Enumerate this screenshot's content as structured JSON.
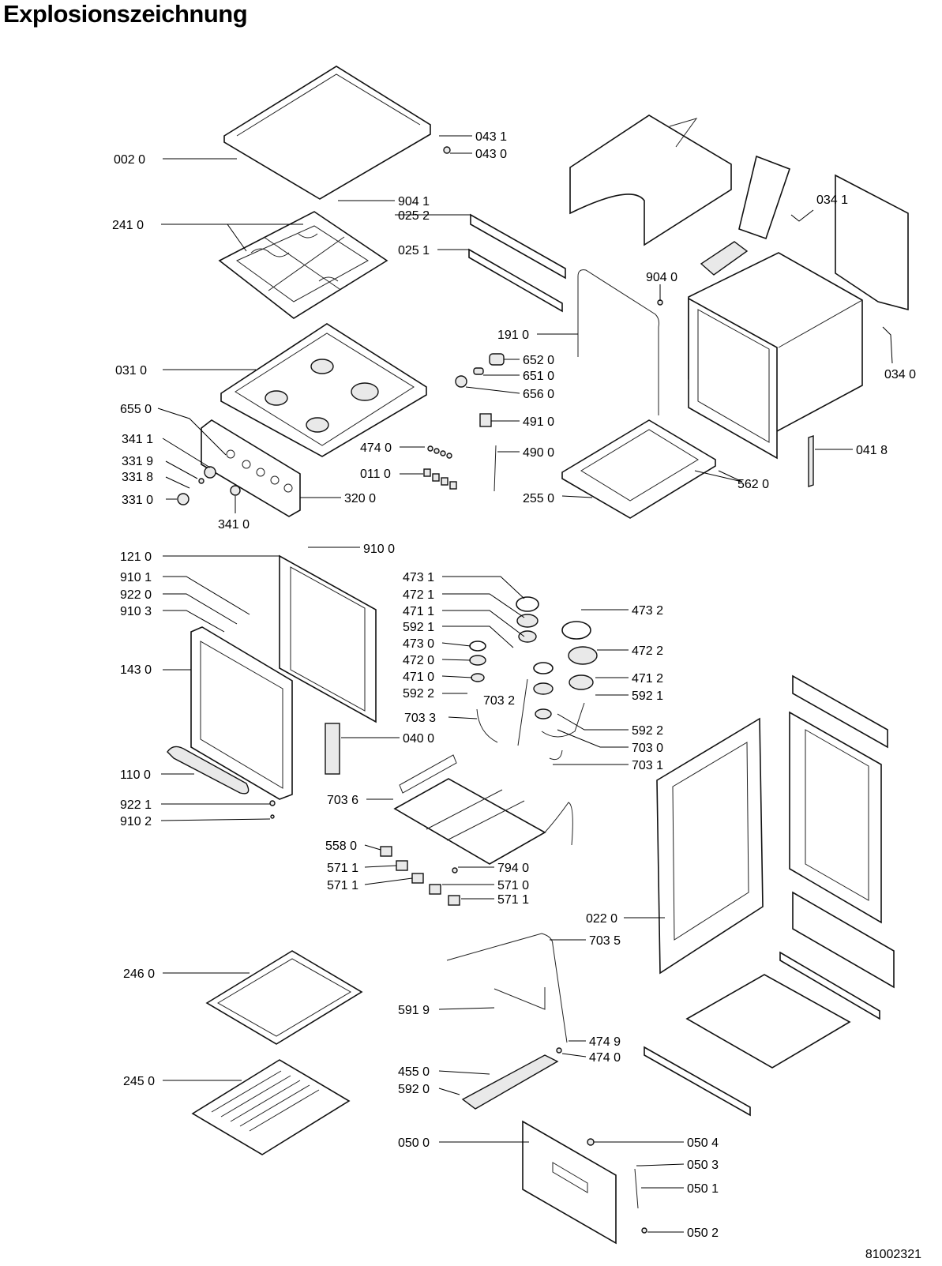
{
  "title": "Explosionszeichnung",
  "document_number": "81002321",
  "labels": [
    {
      "id": "l0020",
      "text": "002 0"
    },
    {
      "id": "l0431",
      "text": "043 1"
    },
    {
      "id": "l0430",
      "text": "043 0"
    },
    {
      "id": "l9041",
      "text": "904 1"
    },
    {
      "id": "l2410",
      "text": "241 0"
    },
    {
      "id": "l0252",
      "text": "025 2"
    },
    {
      "id": "l0251",
      "text": "025 1"
    },
    {
      "id": "l0341",
      "text": "034 1"
    },
    {
      "id": "l9040",
      "text": "904 0"
    },
    {
      "id": "l1910",
      "text": "191 0"
    },
    {
      "id": "l0310",
      "text": "031 0"
    },
    {
      "id": "l6520",
      "text": "652 0"
    },
    {
      "id": "l6510",
      "text": "651 0"
    },
    {
      "id": "l6560",
      "text": "656 0"
    },
    {
      "id": "l0340",
      "text": "034 0"
    },
    {
      "id": "l6550",
      "text": "655 0"
    },
    {
      "id": "l4910",
      "text": "491 0"
    },
    {
      "id": "l3411",
      "text": "341 1"
    },
    {
      "id": "l4740a",
      "text": "474 0"
    },
    {
      "id": "l4900",
      "text": "490 0"
    },
    {
      "id": "l3319",
      "text": "331 9"
    },
    {
      "id": "l3318",
      "text": "331 8"
    },
    {
      "id": "l0110",
      "text": "011 0"
    },
    {
      "id": "l0418",
      "text": "041 8"
    },
    {
      "id": "l3310",
      "text": "331 0"
    },
    {
      "id": "l3200",
      "text": "320 0"
    },
    {
      "id": "l2550",
      "text": "255 0"
    },
    {
      "id": "l5620",
      "text": "562 0"
    },
    {
      "id": "l3410",
      "text": "341 0"
    },
    {
      "id": "l1210",
      "text": "121 0"
    },
    {
      "id": "l9100",
      "text": "910 0"
    },
    {
      "id": "l9101",
      "text": "910 1"
    },
    {
      "id": "l4731",
      "text": "473 1"
    },
    {
      "id": "l9220",
      "text": "922 0"
    },
    {
      "id": "l4721",
      "text": "472 1"
    },
    {
      "id": "l9103",
      "text": "910 3"
    },
    {
      "id": "l4711",
      "text": "471 1"
    },
    {
      "id": "l4732",
      "text": "473 2"
    },
    {
      "id": "l5921",
      "text": "592 1"
    },
    {
      "id": "l4730",
      "text": "473 0"
    },
    {
      "id": "l4722",
      "text": "472 2"
    },
    {
      "id": "l4720",
      "text": "472 0"
    },
    {
      "id": "l1430",
      "text": "143 0"
    },
    {
      "id": "l4710",
      "text": "471 0"
    },
    {
      "id": "l4712",
      "text": "471 2"
    },
    {
      "id": "l5922",
      "text": "592 2"
    },
    {
      "id": "l7032",
      "text": "703 2"
    },
    {
      "id": "l5921b",
      "text": "592 1"
    },
    {
      "id": "l7033",
      "text": "703 3"
    },
    {
      "id": "l5922b",
      "text": "592 2"
    },
    {
      "id": "l0400",
      "text": "040 0"
    },
    {
      "id": "l7030",
      "text": "703 0"
    },
    {
      "id": "l7031",
      "text": "703 1"
    },
    {
      "id": "l1100",
      "text": "110 0"
    },
    {
      "id": "l9221",
      "text": "922 1"
    },
    {
      "id": "l7036",
      "text": "703 6"
    },
    {
      "id": "l9102",
      "text": "910 2"
    },
    {
      "id": "l5580",
      "text": "558 0"
    },
    {
      "id": "l5711a",
      "text": "571 1"
    },
    {
      "id": "l7940",
      "text": "794 0"
    },
    {
      "id": "l5711b",
      "text": "571 1"
    },
    {
      "id": "l5710",
      "text": "571 0"
    },
    {
      "id": "l5711c",
      "text": "571 1"
    },
    {
      "id": "l0220",
      "text": "022 0"
    },
    {
      "id": "l7035",
      "text": "703 5"
    },
    {
      "id": "l2460",
      "text": "246 0"
    },
    {
      "id": "l5919",
      "text": "591 9"
    },
    {
      "id": "l4749",
      "text": "474 9"
    },
    {
      "id": "l4740b",
      "text": "474 0"
    },
    {
      "id": "l2450",
      "text": "245 0"
    },
    {
      "id": "l4550",
      "text": "455 0"
    },
    {
      "id": "l5920",
      "text": "592 0"
    },
    {
      "id": "l0500",
      "text": "050 0"
    },
    {
      "id": "l0504",
      "text": "050 4"
    },
    {
      "id": "l0503",
      "text": "050 3"
    },
    {
      "id": "l0501",
      "text": "050 1"
    },
    {
      "id": "l0502",
      "text": "050 2"
    }
  ]
}
